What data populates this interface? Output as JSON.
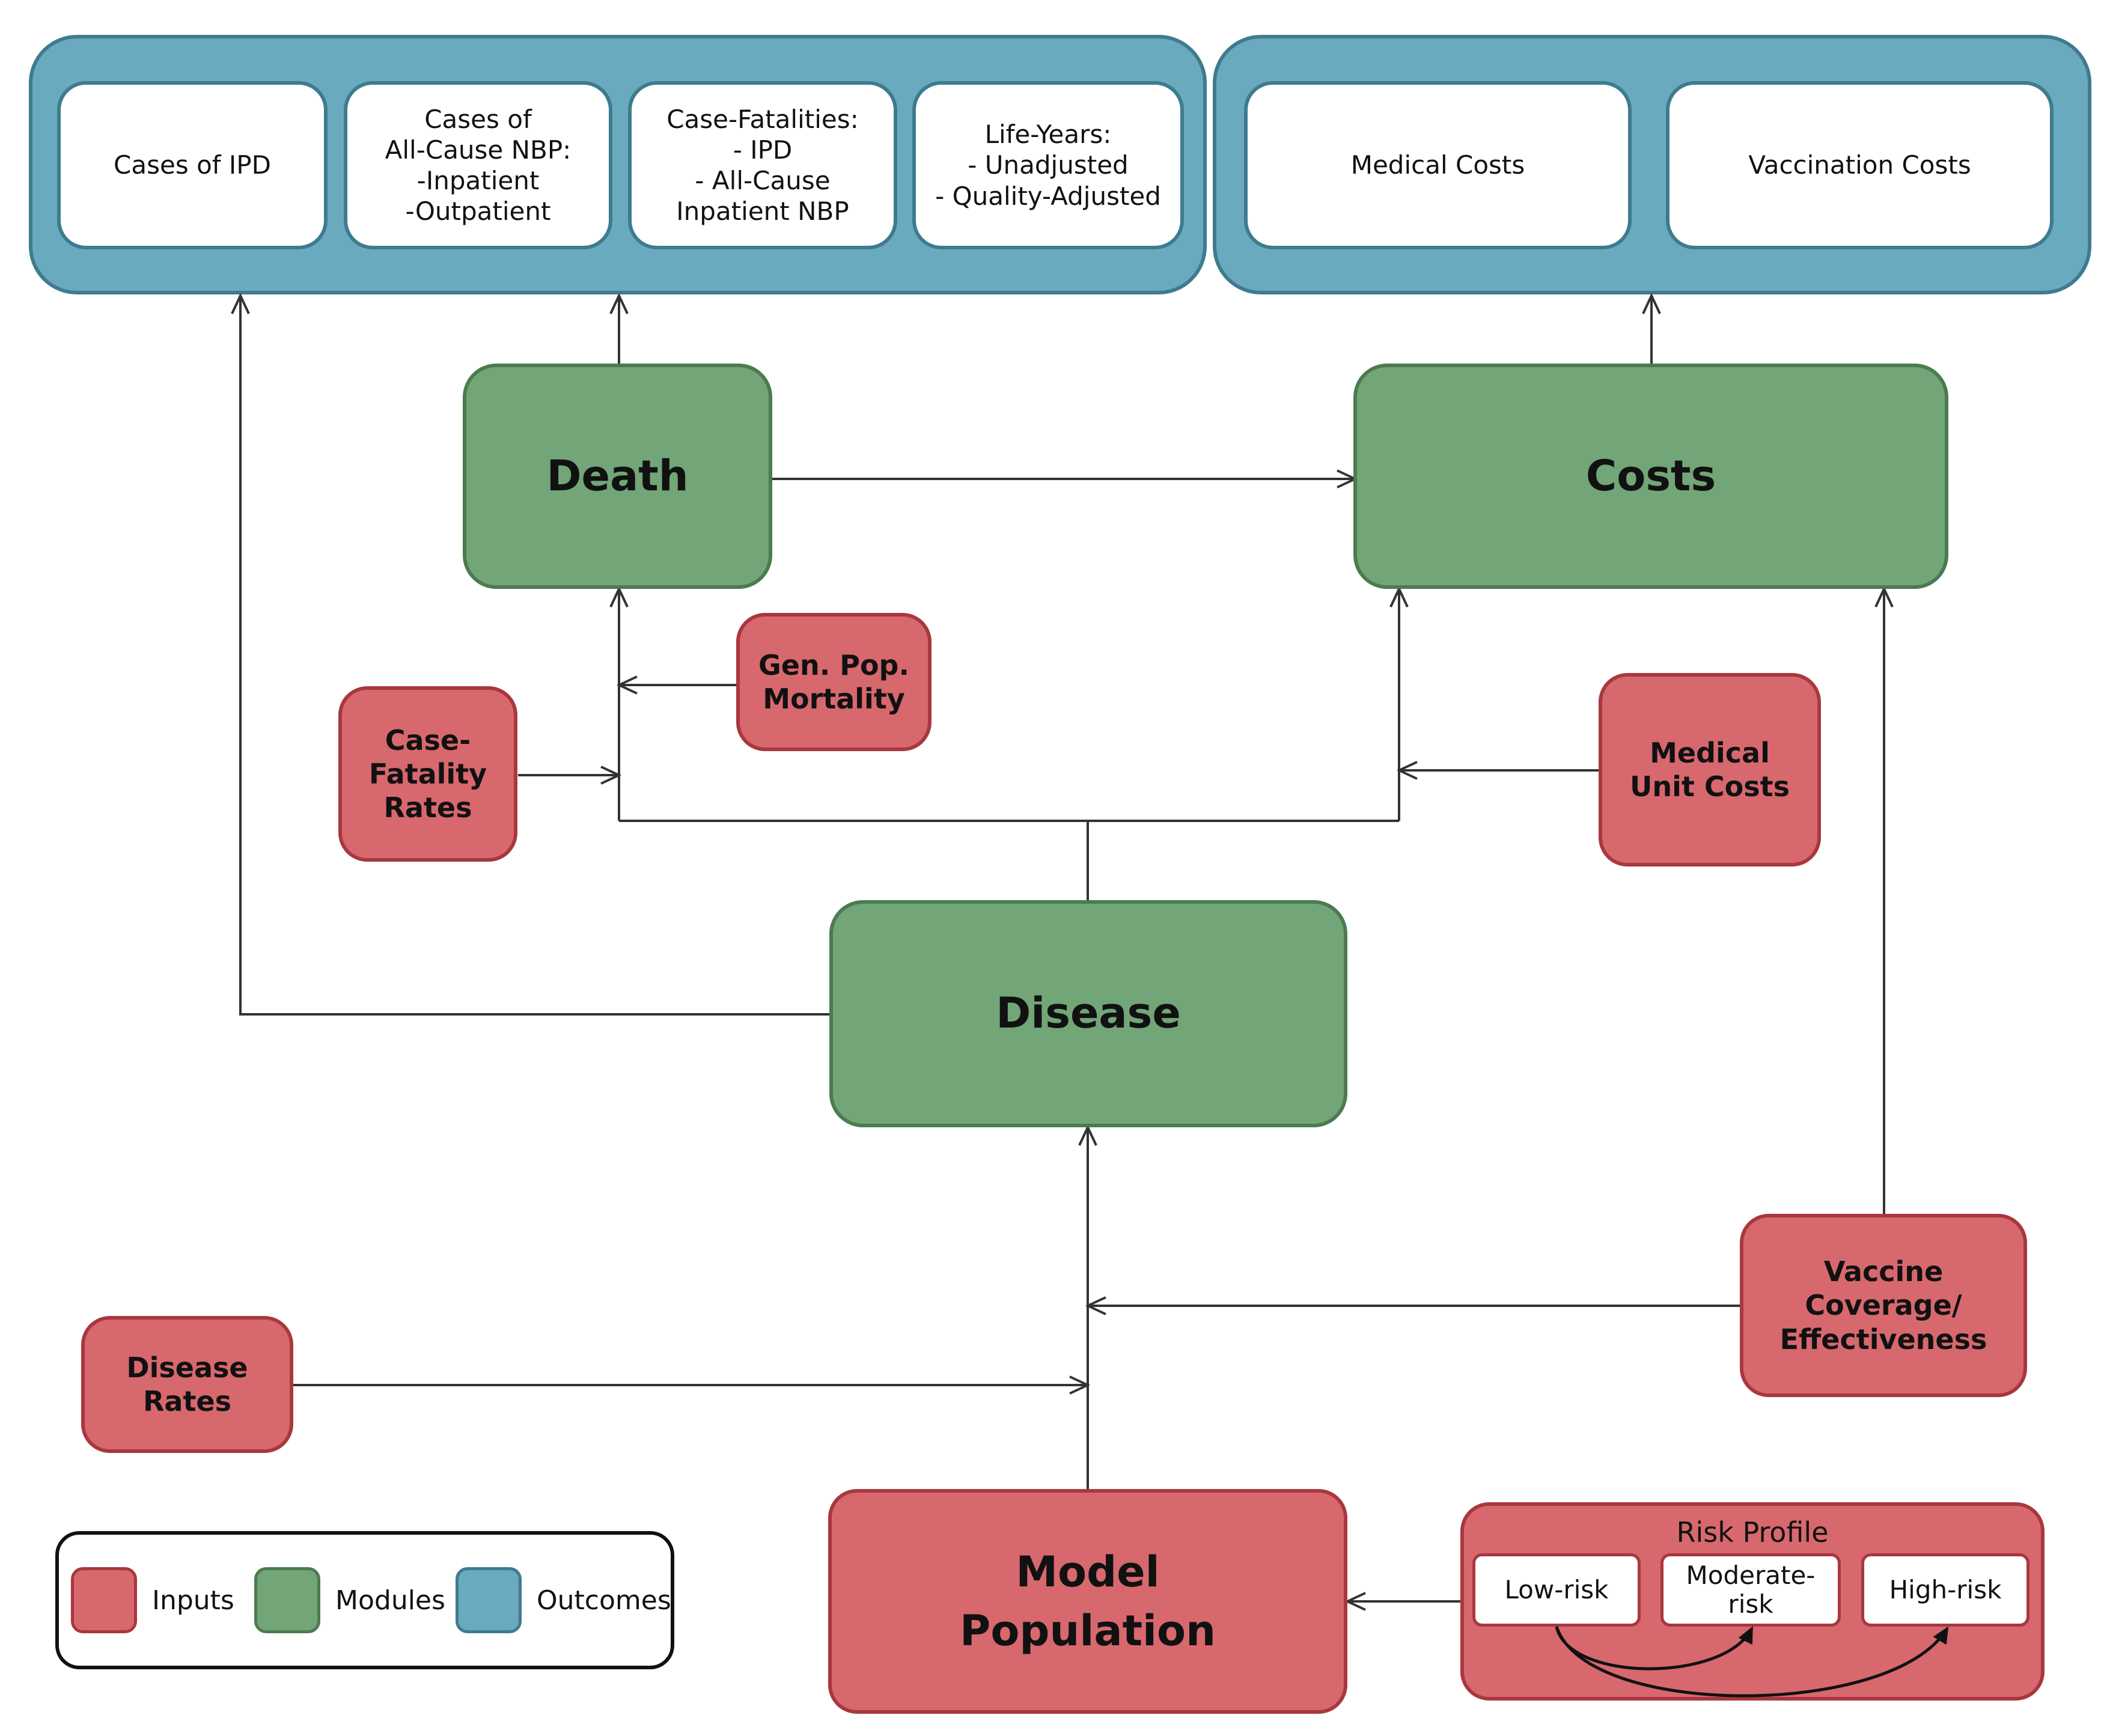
{
  "outcomes": {
    "cases_ipd": "Cases of IPD",
    "cases_nbp": "Cases of\nAll-Cause NBP:\n-Inpatient\n-Outpatient",
    "case_fatalities": "Case-Fatalities:\n- IPD\n- All-Cause\nInpatient NBP",
    "life_years": "Life-Years:\n- Unadjusted\n- Quality-Adjusted",
    "medical_costs": "Medical Costs",
    "vaccination_costs": "Vaccination Costs"
  },
  "modules": {
    "death": "Death",
    "costs": "Costs",
    "disease": "Disease"
  },
  "inputs": {
    "gen_pop_mortality": "Gen. Pop.\nMortality",
    "case_fatality_rates": "Case-\nFatality\nRates",
    "medical_unit_costs": "Medical\nUnit Costs",
    "vaccine_coverage": "Vaccine\nCoverage/\nEffectiveness",
    "disease_rates": "Disease\nRates",
    "model_population": "Model\nPopulation"
  },
  "risk_profile": {
    "title": "Risk Profile",
    "low": "Low-risk",
    "moderate": "Moderate-\nrisk",
    "high": "High-risk"
  },
  "legend": {
    "inputs": "Inputs",
    "modules": "Modules",
    "outcomes": "Outcomes"
  },
  "colors": {
    "inputs": "#d7686e",
    "modules": "#72a577",
    "outcomes": "#6aaabf",
    "connector": "#333333"
  }
}
